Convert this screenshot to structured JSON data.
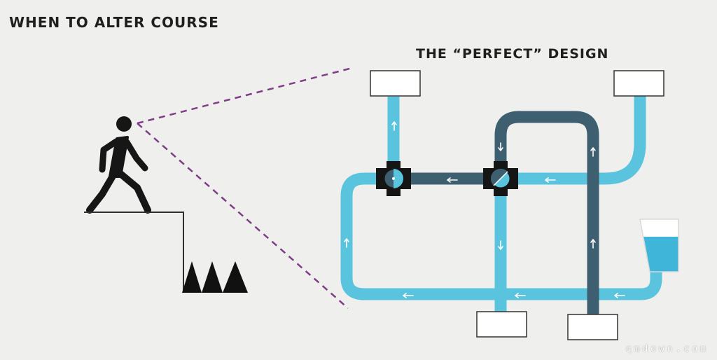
{
  "header": {
    "title": "WHEN TO ALTER COURSE"
  },
  "diagram": {
    "title": "THE “PERFECT” DESIGN",
    "colors": {
      "background": "#efefee",
      "light_pipe": "#5ac4de",
      "dark_pipe": "#3d5f70",
      "figure": "#161616",
      "sight_line": "#7d3e86",
      "water": "#3fb6d9",
      "outline": "#333333"
    },
    "icons": {
      "walker": "person-walking-icon",
      "spikes": "spike-trap-icon",
      "valve": "valve-icon",
      "flow_arrow": "flow-arrow-icon",
      "tank": "water-tank-icon"
    }
  },
  "watermark": {
    "text": "qmdown.com"
  }
}
